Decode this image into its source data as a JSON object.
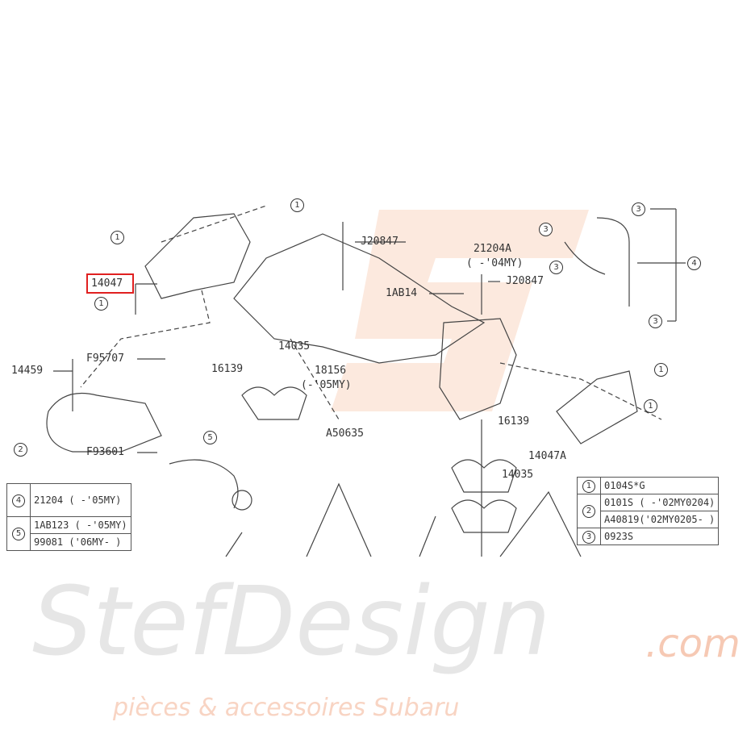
{
  "watermark": {
    "brand": "StefDesign",
    "domain": ".com",
    "tagline": "pièces & accessoires Subaru"
  },
  "colors": {
    "highlight": "#e02020",
    "watermark_orange": "#f6c9b4",
    "watermark_grey": "#e6e6e6",
    "line": "#333333"
  },
  "labels": {
    "p14047": "14047",
    "j20847_a": "J20847",
    "p21204a": "21204A",
    "p21204a_note": "( -'04MY)",
    "p1ab14": "1AB14",
    "j20847_b": "J20847",
    "p14035_a": "14035",
    "p18156": "18156",
    "p18156_note": "(-'05MY)",
    "p16139_a": "16139",
    "p14459": "14459",
    "f95707": "F95707",
    "f93601": "F93601",
    "a50635": "A50635",
    "p16139_b": "16139",
    "p14047a": "14047A",
    "p14035_b": "14035"
  },
  "callouts": {
    "c1": "1",
    "c2": "2",
    "c3": "3",
    "c4": "4",
    "c5": "5"
  },
  "legend_left": [
    {
      "num": "4",
      "rows": [
        "21204  ( -'05MY)"
      ]
    },
    {
      "num": "5",
      "rows": [
        "1AB123 ( -'05MY)",
        "99081  ('06MY- )"
      ]
    }
  ],
  "legend_right": [
    {
      "num": "1",
      "rows": [
        "0104S*G"
      ]
    },
    {
      "num": "2",
      "rows": [
        "0101S  ( -'02MY0204)",
        "A40819('02MY0205- )"
      ]
    },
    {
      "num": "3",
      "rows": [
        "0923S"
      ]
    }
  ]
}
